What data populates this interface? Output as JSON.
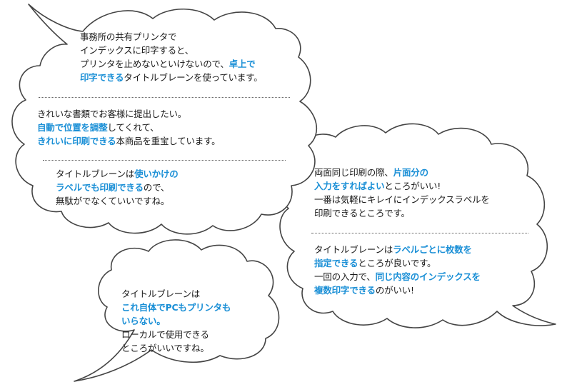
{
  "colors": {
    "text": "#1a1a1a",
    "highlight": "#1a8fd6",
    "outline": "#444444",
    "background": "#ffffff"
  },
  "bubbles": [
    {
      "id": "top-left",
      "sections": [
        {
          "lines": [
            [
              {
                "t": "事務所の共有プリンタで"
              }
            ],
            [
              {
                "t": "インデックスに印字すると、"
              }
            ],
            [
              {
                "t": "プリンタを止めないといけないので、"
              },
              {
                "t": "卓上で",
                "h": true
              }
            ],
            [
              {
                "t": "印字できる",
                "h": true
              },
              {
                "t": "タイトルブレーンを使っています。"
              }
            ]
          ]
        },
        {
          "lines": [
            [
              {
                "t": "きれいな書類でお客様に提出したい。"
              }
            ],
            [
              {
                "t": "自動で位置を調整",
                "h": true
              },
              {
                "t": "してくれて、"
              }
            ],
            [
              {
                "t": "きれいに印刷できる",
                "h": true
              },
              {
                "t": "本商品を重宝しています。"
              }
            ]
          ]
        },
        {
          "lines": [
            [
              {
                "t": "タイトルブレーンは"
              },
              {
                "t": "使いかけの",
                "h": true
              }
            ],
            [
              {
                "t": "ラベルでも印刷できる",
                "h": true
              },
              {
                "t": "ので、"
              }
            ],
            [
              {
                "t": "無駄がでなくていいですね。"
              }
            ]
          ]
        }
      ]
    },
    {
      "id": "right",
      "sections": [
        {
          "lines": [
            [
              {
                "t": "両面同じ印刷の際、"
              },
              {
                "t": "片面分の",
                "h": true
              }
            ],
            [
              {
                "t": "入力をすればよい",
                "h": true
              },
              {
                "t": "ところがいい!"
              }
            ],
            [
              {
                "t": "一番は気軽にキレイにインデックスラベルを"
              }
            ],
            [
              {
                "t": "印刷できるところです。"
              }
            ]
          ]
        },
        {
          "lines": [
            [
              {
                "t": "タイトルブレーンは"
              },
              {
                "t": "ラベルごとに枚数を",
                "h": true
              }
            ],
            [
              {
                "t": "指定できる",
                "h": true
              },
              {
                "t": "ところが良いです。"
              }
            ],
            [
              {
                "t": "一回の入力で、"
              },
              {
                "t": "同じ内容のインデックスを",
                "h": true
              }
            ],
            [
              {
                "t": "複数印字できる",
                "h": true
              },
              {
                "t": "のがいい!"
              }
            ]
          ]
        }
      ]
    },
    {
      "id": "bottom",
      "sections": [
        {
          "lines": [
            [
              {
                "t": "タイトルブレーンは"
              }
            ],
            [
              {
                "t": "これ自体でPCもプリンタも",
                "h": true
              }
            ],
            [
              {
                "t": "いらない。",
                "h": true
              }
            ],
            [
              {
                "t": "ローカルで使用できる"
              }
            ],
            [
              {
                "t": "ところがいいですね。"
              }
            ]
          ]
        }
      ]
    }
  ]
}
